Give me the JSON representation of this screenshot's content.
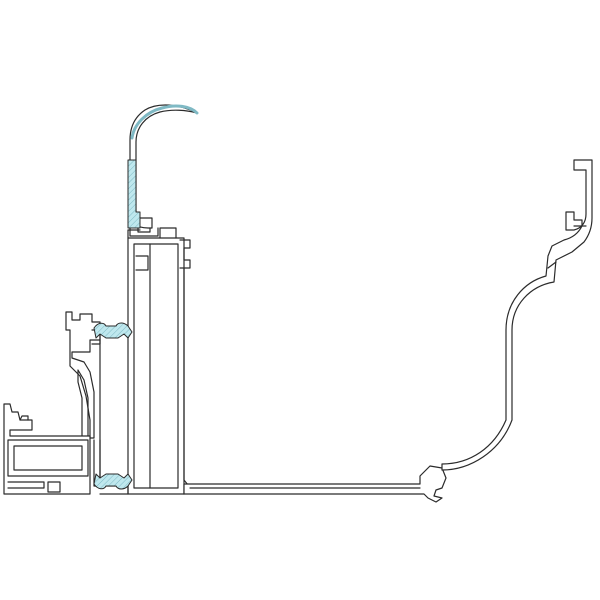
{
  "diagram": {
    "kind": "profile-cross-section",
    "colors": {
      "background": "#ffffff",
      "outline": "#2b2b2b",
      "inner_line": "#3a3a3a",
      "insulation_fill": "#bfe8ee",
      "insulation_hatch": "#7fb9c4"
    },
    "parts": [
      {
        "id": "curved-cap",
        "fill": "insulation"
      },
      {
        "id": "center-mullion",
        "fill": "none"
      },
      {
        "id": "left-frame",
        "fill": "none"
      },
      {
        "id": "sill-extension",
        "fill": "none"
      },
      {
        "id": "base-channel",
        "fill": "none"
      },
      {
        "id": "gutter-profile",
        "fill": "none"
      },
      {
        "id": "upper-gasket",
        "fill": "insulation"
      },
      {
        "id": "lower-gasket",
        "fill": "insulation"
      }
    ]
  }
}
